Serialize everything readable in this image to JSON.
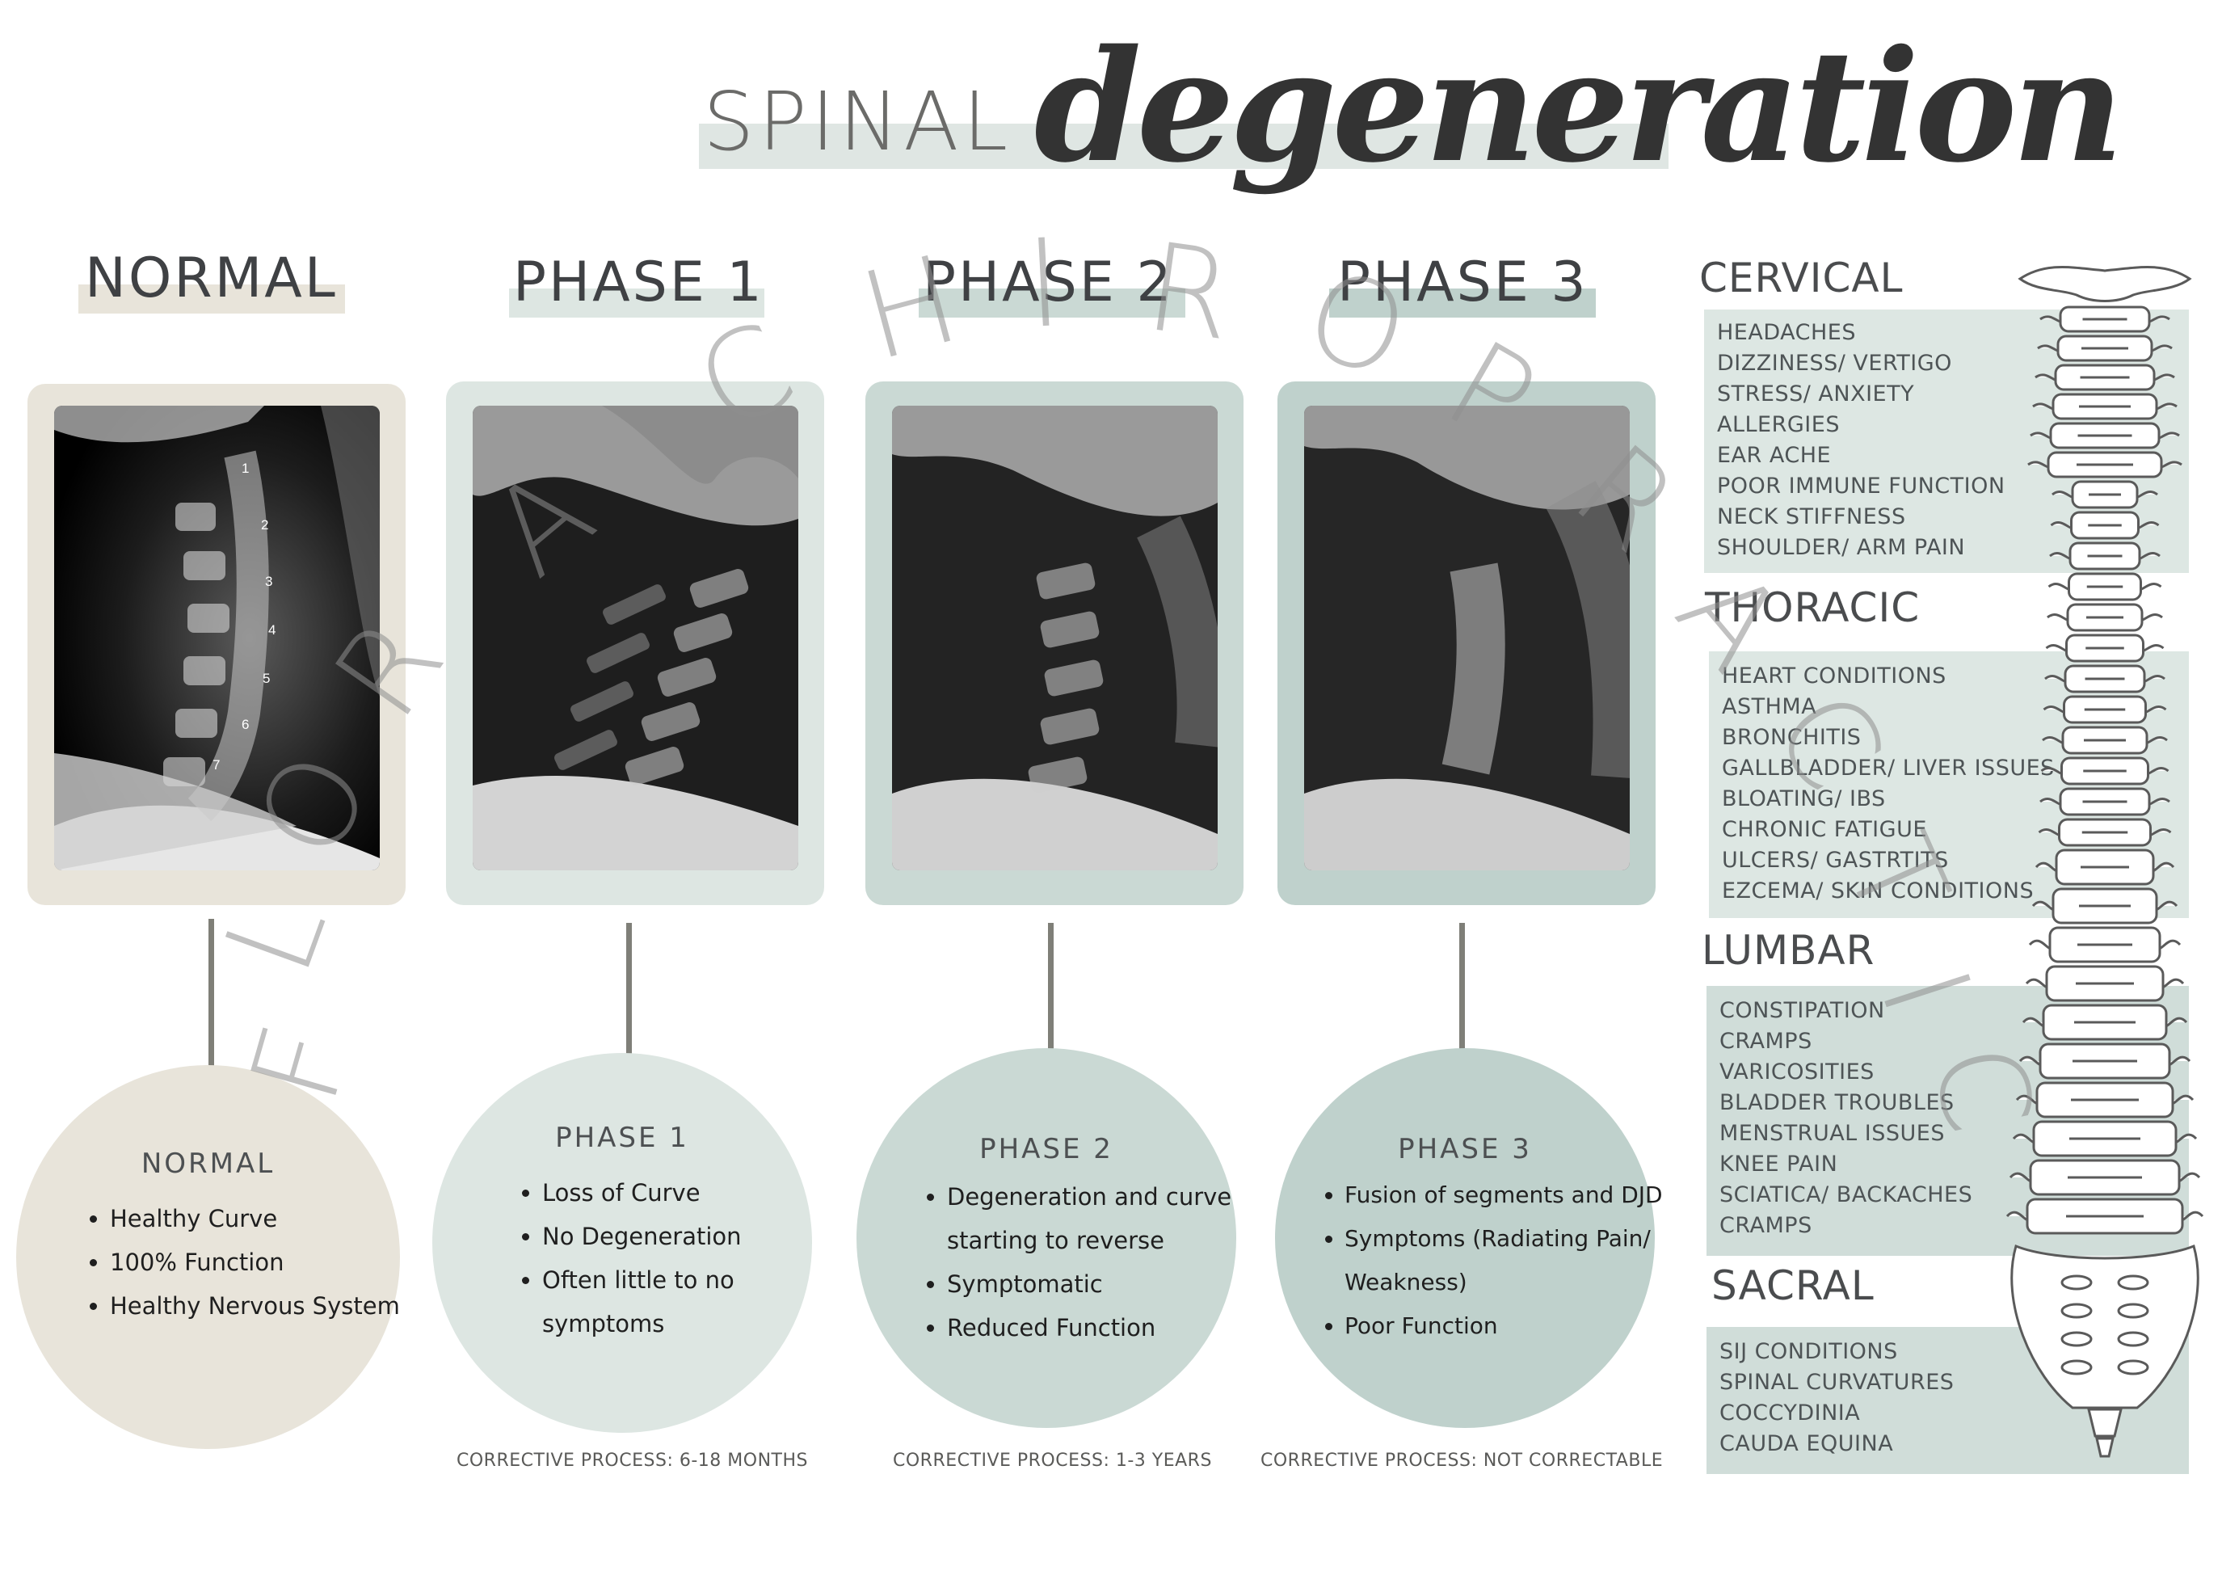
{
  "title": {
    "word1": "SPINAL",
    "word2": "degeneration"
  },
  "watermark": {
    "letters": [
      "F",
      "L",
      "O",
      "R",
      "A",
      "C",
      "H",
      "I",
      "R",
      "O",
      "P",
      "R",
      "A",
      "C",
      "T",
      "I",
      "C"
    ]
  },
  "phases": [
    {
      "heading": "NORMAL",
      "circle_title": "NORMAL",
      "bullets": [
        "Healthy Curve",
        "100% Function",
        "Healthy Nervous System"
      ],
      "corrective": "",
      "xray_labels": [
        "1",
        "2",
        "3",
        "4",
        "5",
        "6",
        "7"
      ]
    },
    {
      "heading": "PHASE  1",
      "circle_title": "PHASE  1",
      "bullets": [
        "Loss of Curve",
        "No Degeneration",
        "Often little to no symptoms"
      ],
      "corrective": "CORRECTIVE PROCESS: 6-18 MONTHS"
    },
    {
      "heading": "PHASE  2",
      "circle_title": "PHASE  2",
      "bullets": [
        "Degeneration and curve starting to reverse",
        "Symptomatic",
        "Reduced Function"
      ],
      "corrective": "CORRECTIVE PROCESS: 1-3 YEARS"
    },
    {
      "heading": "PHASE  3",
      "circle_title": "PHASE  3",
      "bullets": [
        "Fusion of segments and DJD",
        "Symptoms (Radiating Pain/ Weakness)",
        "Poor Function"
      ],
      "corrective": "CORRECTIVE PROCESS: NOT CORRECTABLE"
    }
  ],
  "regions": [
    {
      "title": "CERVICAL",
      "items": [
        "HEADACHES",
        "DIZZINESS/ VERTIGO",
        "STRESS/ ANXIETY",
        "ALLERGIES",
        "EAR ACHE",
        "POOR IMMUNE FUNCTION",
        "NECK STIFFNESS",
        "SHOULDER/ ARM PAIN"
      ]
    },
    {
      "title": "THORACIC",
      "items": [
        "HEART CONDITIONS",
        "ASTHMA",
        "BRONCHITIS",
        "GALLBLADDER/ LIVER ISSUES",
        "BLOATING/ IBS",
        "CHRONIC FATIGUE",
        "ULCERS/ GASTRTITS",
        "EZCEMA/ SKIN CONDITIONS"
      ]
    },
    {
      "title": "LUMBAR",
      "items": [
        "CONSTIPATION",
        "CRAMPS",
        "VARICOSITIES",
        "BLADDER TROUBLES",
        "MENSTRUAL ISSUES",
        "KNEE PAIN",
        "SCIATICA/ BACKACHES",
        "CRAMPS"
      ]
    },
    {
      "title": "SACRAL",
      "items": [
        "SIJ CONDITIONS",
        "SPINAL CURVATURES",
        "COCCYDINIA",
        "CAUDA EQUINA"
      ]
    }
  ],
  "colors": {
    "normal": "#e8e4da",
    "phase1": "#dde6e2",
    "phase2": "#cad9d4",
    "phase3": "#bfd1cc",
    "arrow": "#7f7f78",
    "region_box": "#dde7e3"
  }
}
